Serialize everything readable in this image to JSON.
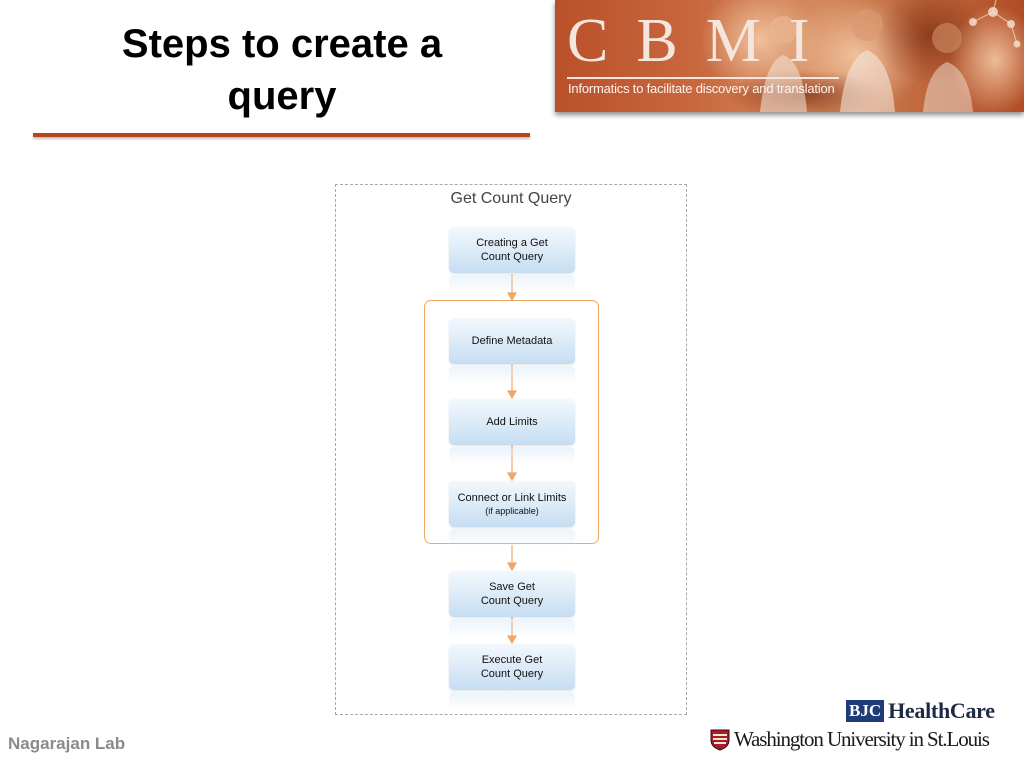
{
  "slide": {
    "title_line1": "Steps to create a",
    "title_line2": "query"
  },
  "banner": {
    "letters": [
      "C",
      "B",
      "M",
      "I"
    ],
    "tagline": "Informatics to facilitate discovery and translation"
  },
  "diagram": {
    "title": "Get Count Query",
    "steps": [
      {
        "line1": "Creating a Get",
        "line2": "Count Query",
        "note": ""
      },
      {
        "line1": "Define Metadata",
        "line2": "",
        "note": ""
      },
      {
        "line1": "Add Limits",
        "line2": "",
        "note": ""
      },
      {
        "line1": "Connect or Link Limits",
        "line2": "",
        "note": "(if applicable)"
      },
      {
        "line1": "Save Get",
        "line2": "Count Query",
        "note": ""
      },
      {
        "line1": "Execute Get",
        "line2": "Count Query",
        "note": ""
      }
    ],
    "colors": {
      "arrow": "#f0a868",
      "loop_border": "#f0a868",
      "step_fill": "#dbeaf7"
    }
  },
  "footer": {
    "lab": "Nagarajan Lab",
    "bjc_mark": "BJC",
    "bjc_text": "HealthCare",
    "wu_text": "Washington University in St.Louis"
  }
}
